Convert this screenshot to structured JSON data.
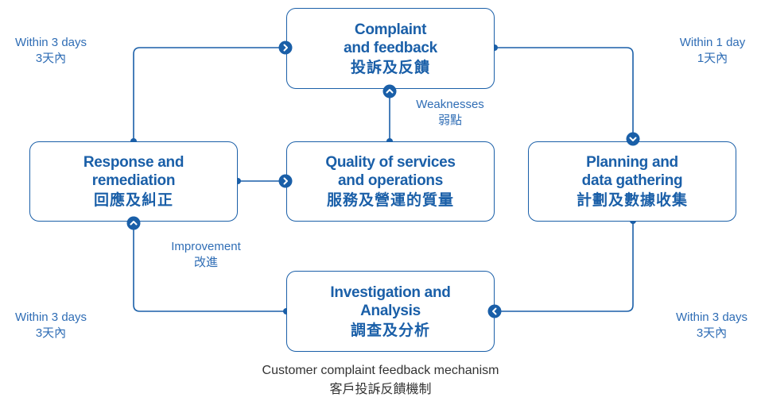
{
  "colors": {
    "accent": "#1a5fa8",
    "label": "#2f6db5",
    "caption": "#333333"
  },
  "nodes": {
    "complaint": {
      "en": "Complaint\nand feedback",
      "zh": "投訴及反饋"
    },
    "quality": {
      "en": "Quality of services\nand operations",
      "zh": "服務及營運的質量"
    },
    "response": {
      "en": "Response and\nremediation",
      "zh": "回應及糾正"
    },
    "planning": {
      "en": "Planning and\ndata gathering",
      "zh": "計劃及數據收集"
    },
    "investigation": {
      "en": "Investigation and\nAnalysis",
      "zh": "調查及分析"
    }
  },
  "labels": {
    "top_left": {
      "en": "Within 3 days",
      "zh": "3天內"
    },
    "top_right": {
      "en": "Within 1 day",
      "zh": "1天內"
    },
    "bottom_left": {
      "en": "Within 3 days",
      "zh": "3天內"
    },
    "bottom_right": {
      "en": "Within 3 days",
      "zh": "3天內"
    },
    "weaknesses": {
      "en": "Weaknesses",
      "zh": "弱點"
    },
    "improvement": {
      "en": "Improvement",
      "zh": "改進"
    }
  },
  "caption": {
    "en": "Customer complaint feedback mechanism",
    "zh": "客戶投訴反饋機制"
  },
  "icons": [
    "chevron-right-icon",
    "chevron-up-icon",
    "chevron-down-icon",
    "chevron-left-icon"
  ]
}
